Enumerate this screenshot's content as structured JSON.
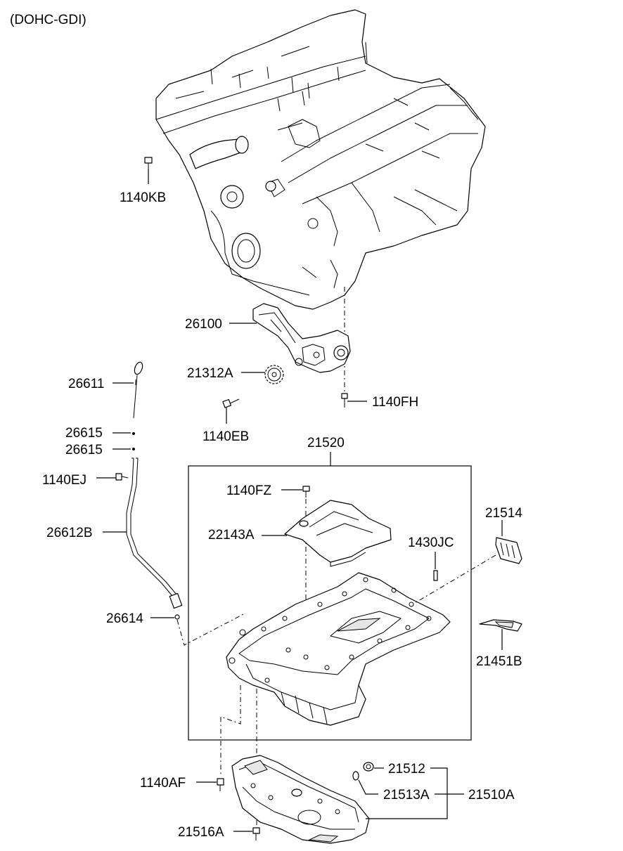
{
  "header": {
    "variant": "(DOHC-GDI)"
  },
  "labels": {
    "p1140KB": "1140KB",
    "p26100": "26100",
    "p21312A": "21312A",
    "p1140FH": "1140FH",
    "p1140EB": "1140EB",
    "p26611": "26611",
    "p26615a": "26615",
    "p26615b": "26615",
    "p1140EJ": "1140EJ",
    "p26612B": "26612B",
    "p26614": "26614",
    "p21520": "21520",
    "p1140FZ": "1140FZ",
    "p22143A": "22143A",
    "p1430JC": "1430JC",
    "p21514": "21514",
    "p21451B": "21451B",
    "p1140AF": "1140AF",
    "p21512": "21512",
    "p21513A": "21513A",
    "p21510A": "21510A",
    "p21516A": "21516A"
  }
}
